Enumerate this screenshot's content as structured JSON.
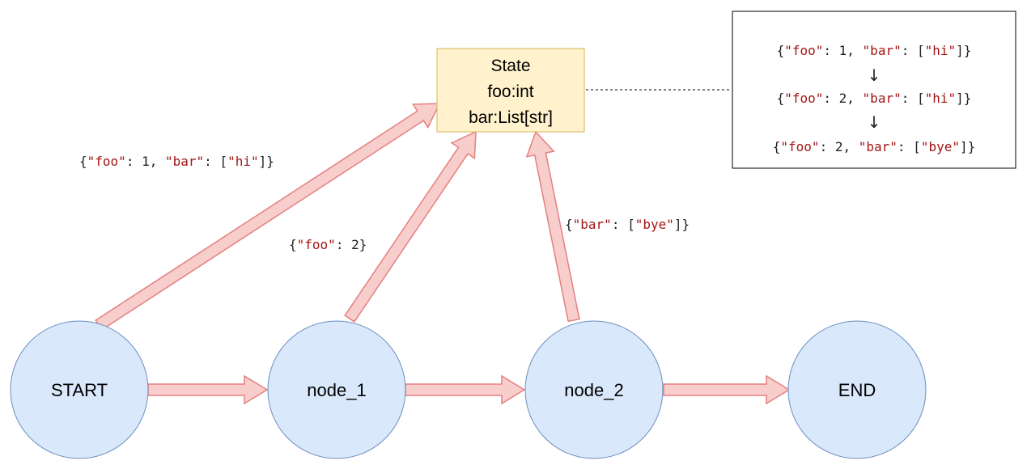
{
  "colors": {
    "node_fill": "#dae8fc",
    "node_stroke": "#6c8ebf",
    "state_fill": "#fff2cc",
    "state_stroke": "#d6b656",
    "arrow_fill": "#f8cecc",
    "arrow_stroke": "#e57f7f",
    "key_text": "#a31515",
    "punct_text": "#1f1f1f"
  },
  "nodes": {
    "start": "START",
    "node_1": "node_1",
    "node_2": "node_2",
    "end": "END"
  },
  "state_box": {
    "line1": "State",
    "line2": "foo:int",
    "line3": "bar:List[str]"
  },
  "edge_labels": {
    "start_update": {
      "open": "{",
      "key1": "\"foo\"",
      "mid1": ": 1, ",
      "key2": "\"bar\"",
      "mid2": ": [",
      "val2": "\"hi\"",
      "close": "]}"
    },
    "node1_update": {
      "open": "{",
      "key1": "\"foo\"",
      "mid1": ": 2}"
    },
    "node2_update": {
      "open": "{",
      "key1": "\"bar\"",
      "mid1": ": [",
      "val1": "\"bye\"",
      "close": "]}"
    }
  },
  "history": {
    "arrow": "↓",
    "line1": {
      "open": "{",
      "key1": "\"foo\"",
      "mid1": ": 1, ",
      "key2": "\"bar\"",
      "mid2": ": [",
      "val2": "\"hi\"",
      "close": "]}"
    },
    "line2": {
      "open": "{",
      "key1": "\"foo\"",
      "mid1": ": 2, ",
      "key2": "\"bar\"",
      "mid2": ": [",
      "val2": "\"hi\"",
      "close": "]}"
    },
    "line3": {
      "open": "{",
      "key1": "\"foo\"",
      "mid1": ": 2, ",
      "key2": "\"bar\"",
      "mid2": ": [",
      "val2": "\"bye\"",
      "close": "]}"
    }
  }
}
